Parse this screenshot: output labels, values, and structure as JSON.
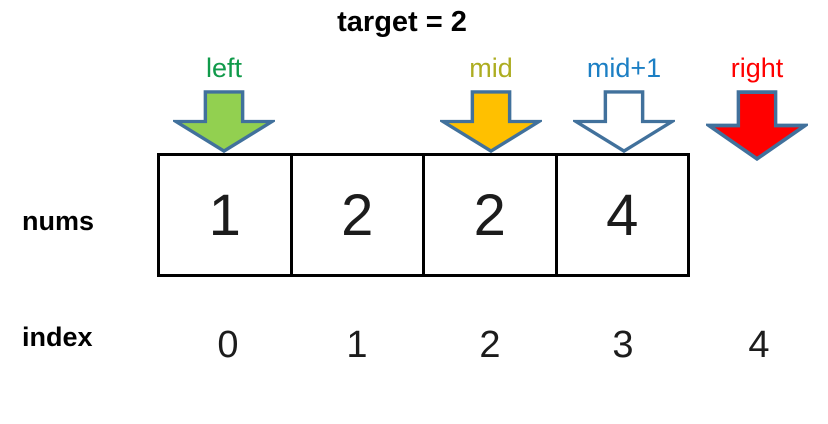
{
  "title": "target = 2",
  "pointers": [
    {
      "label": "left",
      "color": "#109a4a",
      "fill": "#92d050",
      "points_to_index": 0
    },
    {
      "label": "mid",
      "color": "#adad21",
      "fill": "#ffc000",
      "points_to_index": 2
    },
    {
      "label": "mid+1",
      "color": "#1c7fc4",
      "fill": "#ffffff",
      "points_to_index": 3
    },
    {
      "label": "right",
      "color": "#ff0000",
      "fill": "#ff0000",
      "points_to_index": 4
    }
  ],
  "array": {
    "name": "nums",
    "values": [
      "1",
      "2",
      "2",
      "4"
    ]
  },
  "index_row": {
    "name": "index",
    "values": [
      "0",
      "1",
      "2",
      "3",
      "4"
    ]
  },
  "colors": {
    "arrow_outline": "#41719c",
    "box_border": "#000000",
    "text": "#000000"
  }
}
